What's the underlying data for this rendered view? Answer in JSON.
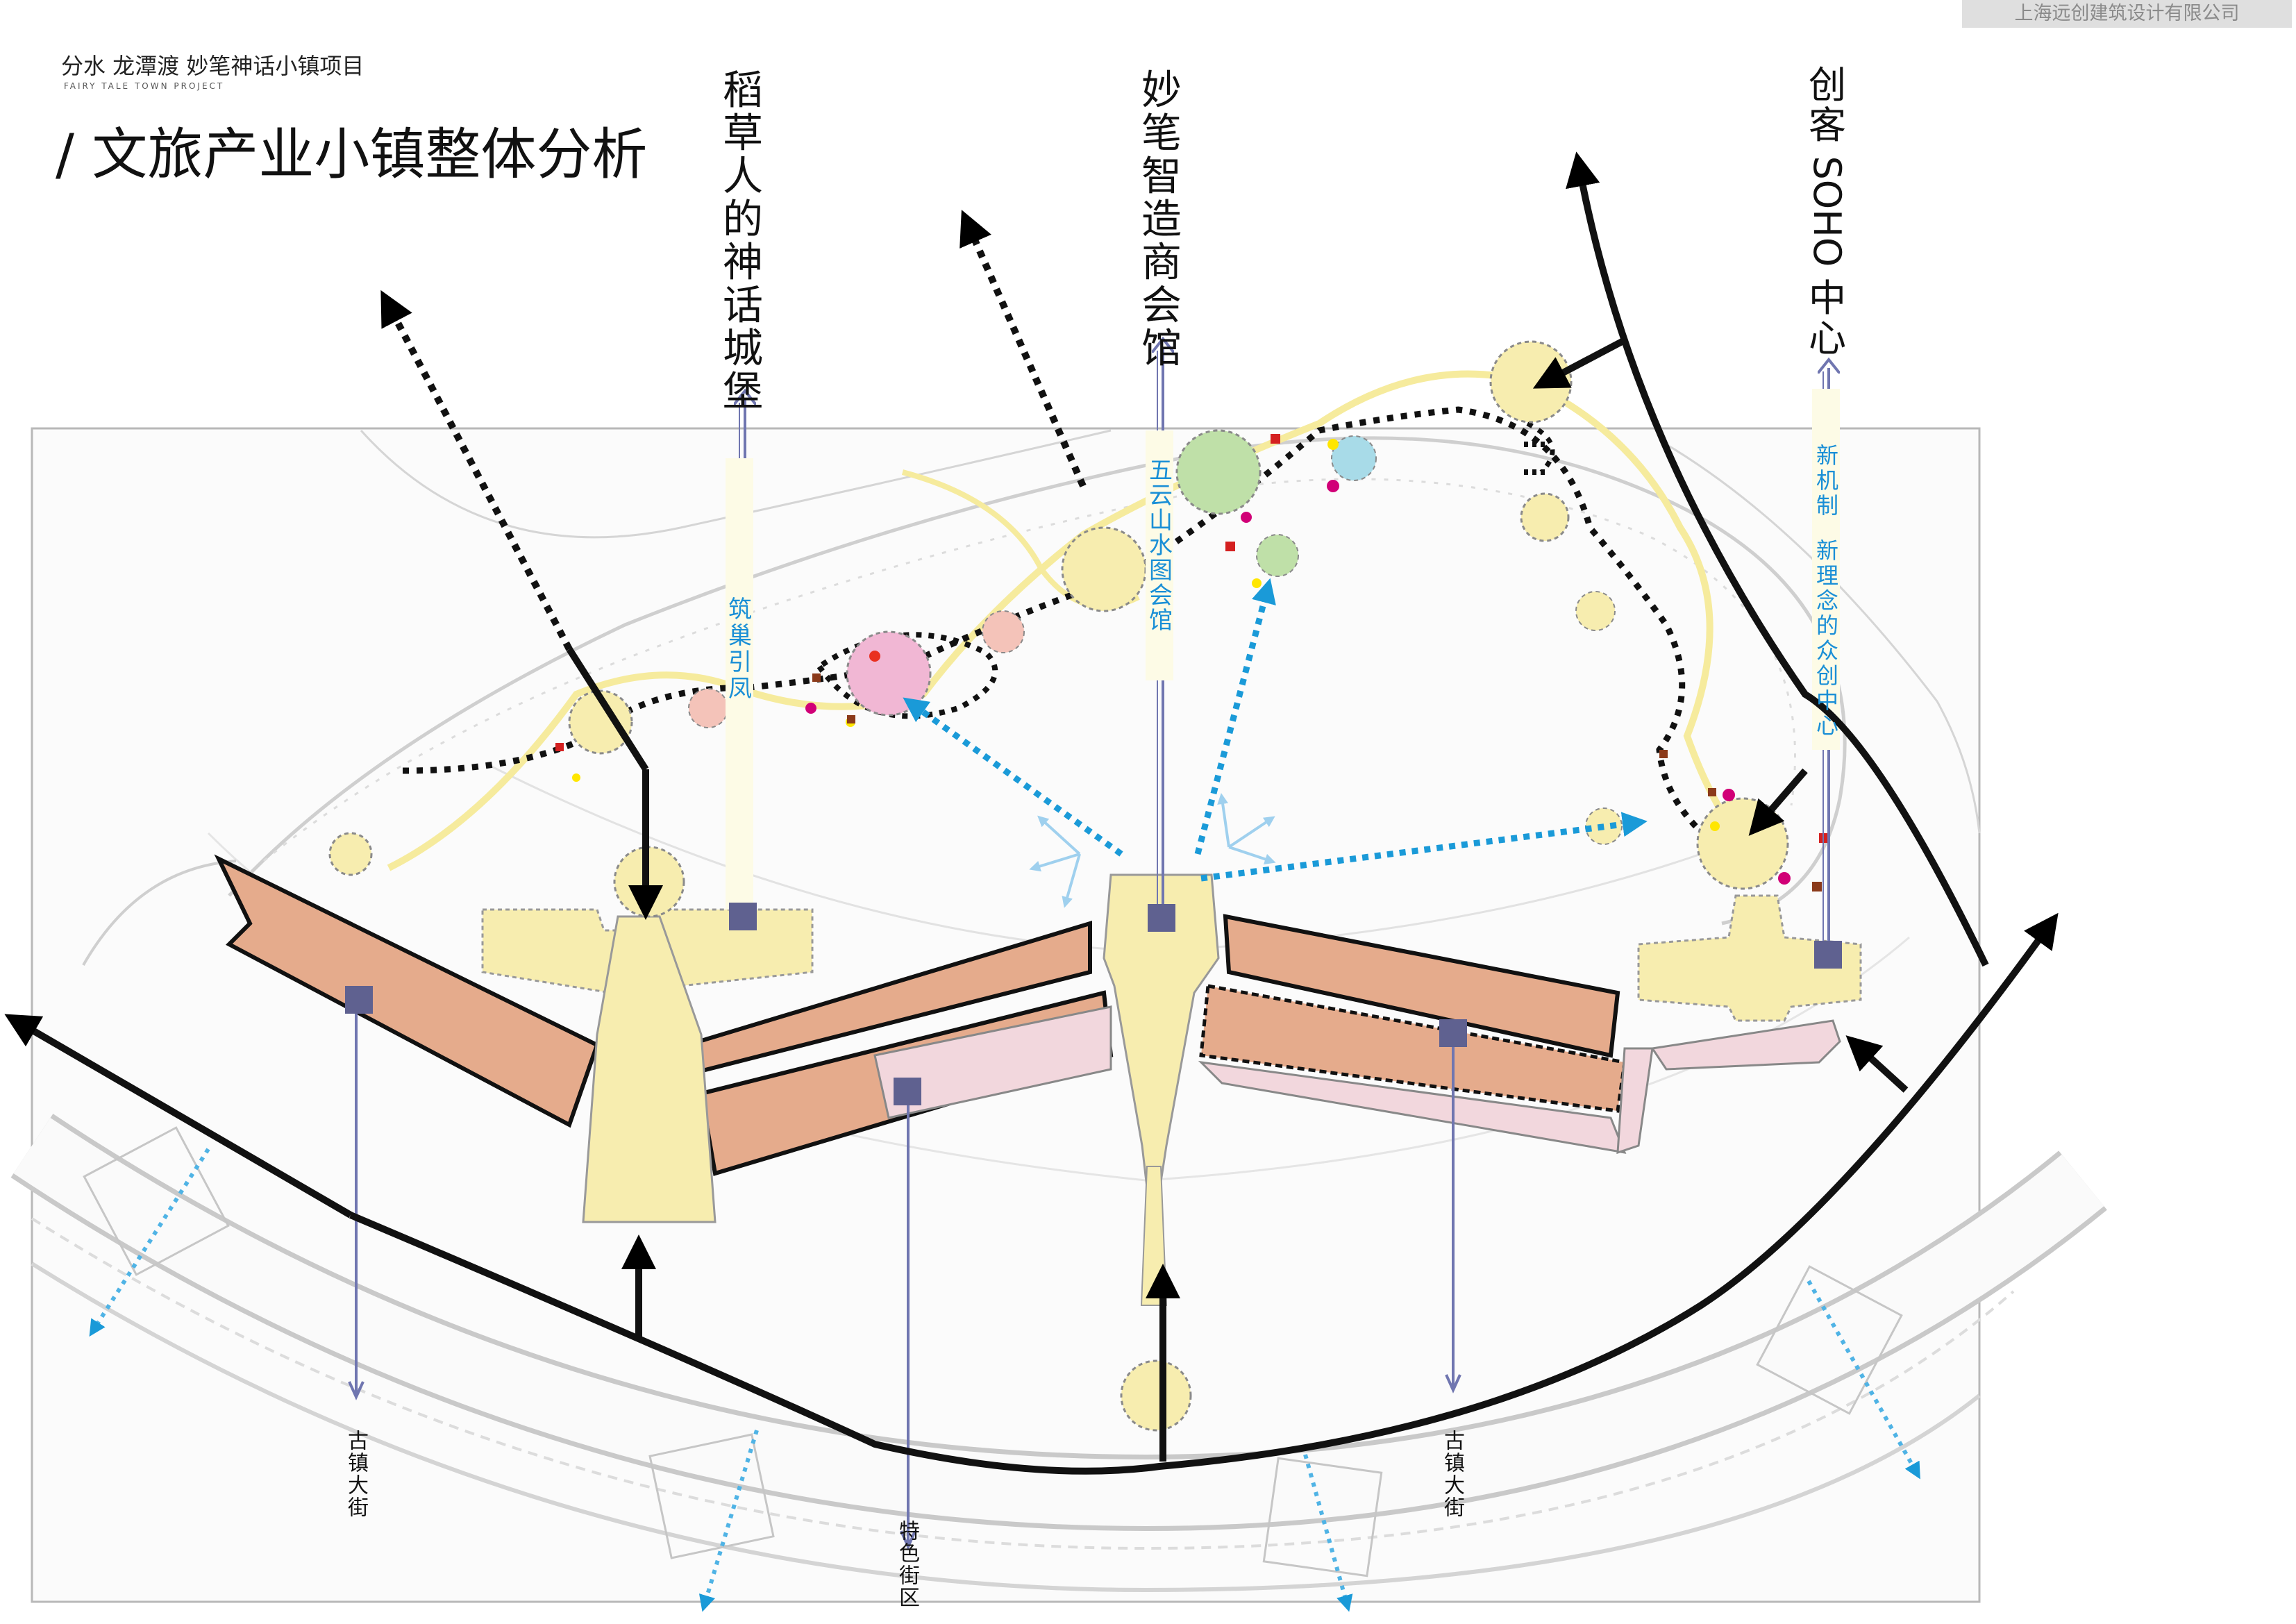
{
  "header": {
    "company": "上海远创建筑设计有限公司",
    "project": "分水 龙潭渡  妙笔神话小镇项目",
    "project_en": "FAIRY TALE TOWN PROJECT",
    "title": "/ 文旅产业小镇整体分析"
  },
  "labels": {
    "castle": "稻草人的神话城堡",
    "club": "妙笔智造商会馆",
    "soho": "创客 SOHO 中心",
    "nest": "筑巢引凤",
    "wuyun": "五云山水图会馆",
    "maker": "新机制  新理念的众创中心",
    "street_left": "古镇大街",
    "street_right": "古镇大街",
    "feature": "特色街区"
  },
  "colors": {
    "title_blue": "#1a8fd6",
    "axis_line": "#7076b0",
    "building_orange": "#e5ab8c",
    "building_yellow": "#f7edaf",
    "building_pink": "#f2d7dd",
    "marker": "#5f6190"
  }
}
